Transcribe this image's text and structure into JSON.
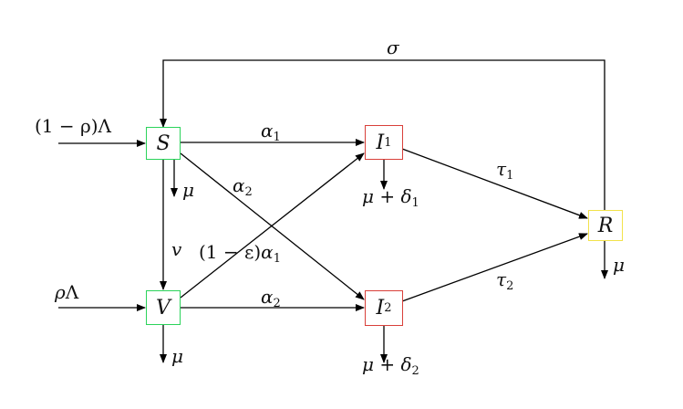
{
  "nodes": {
    "S": {
      "label": "S",
      "color": "#2bd35a"
    },
    "V": {
      "label": "V",
      "color": "#2bd35a"
    },
    "I1": {
      "label": "I",
      "sub": "1",
      "color": "#d9403a"
    },
    "I2": {
      "label": "I",
      "sub": "2",
      "color": "#d9403a"
    },
    "R": {
      "label": "R",
      "color": "#f2e24a"
    }
  },
  "edges": {
    "sigma": "σ",
    "inflow_S": "(1 − ρ)Λ",
    "inflow_V": {
      "rho": "ρ",
      "lambda": "Λ"
    },
    "S_to_I1": {
      "sym": "α",
      "sub": "1"
    },
    "S_to_I2": {
      "sym": "α",
      "sub": "2"
    },
    "V_to_I1": {
      "prefix": "(1 − ε)",
      "sym": "α",
      "sub": "1"
    },
    "V_to_I2": {
      "sym": "α",
      "sub": "2"
    },
    "S_to_V": "v",
    "I1_to_R": {
      "sym": "τ",
      "sub": "1"
    },
    "I2_to_R": {
      "sym": "τ",
      "sub": "2"
    },
    "mu": "μ",
    "I1_out": {
      "mu": "μ",
      "plus": " + ",
      "sym": "δ",
      "sub": "1"
    },
    "I2_out": {
      "mu": "μ",
      "plus": " + ",
      "sym": "δ",
      "sub": "2"
    }
  }
}
